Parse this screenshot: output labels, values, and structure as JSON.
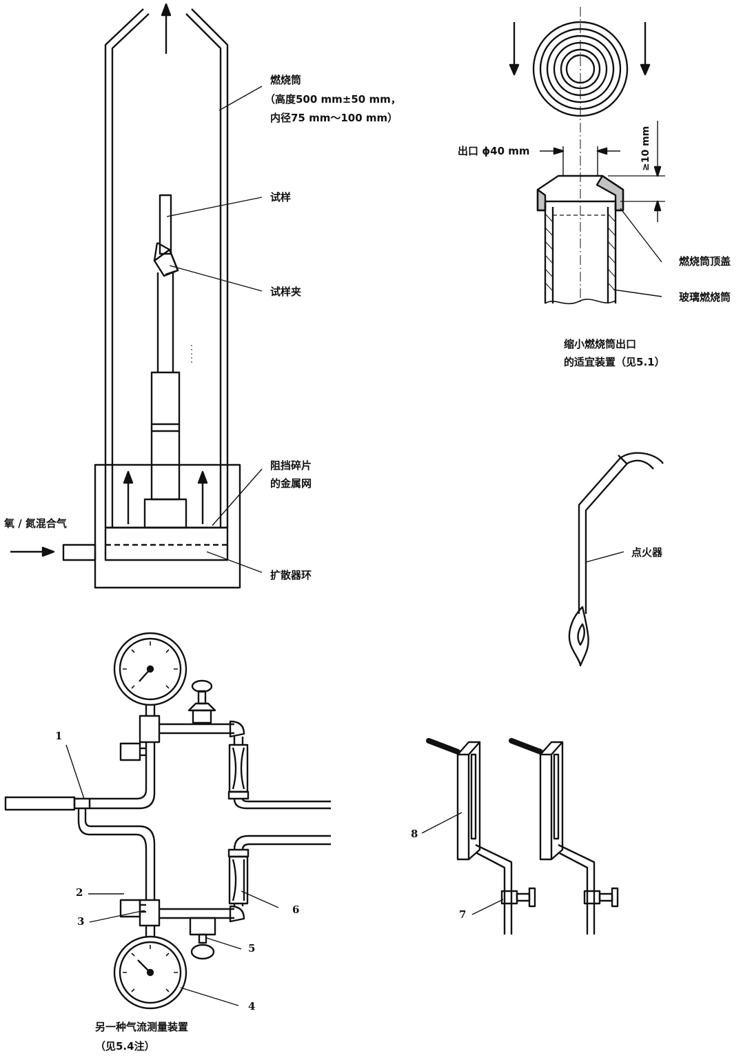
{
  "labels": {
    "chimney_title": "燃烧筒",
    "chimney_height": "（高度500 mm±50 mm，",
    "chimney_diameter": "内径75 mm～100 mm）",
    "specimen": "试样",
    "specimen_holder": "试样夹",
    "mesh_line1": "阻挡碎片",
    "mesh_line2": "的金属网",
    "gas_mixture": "氧 / 氮混合气",
    "diffuser_ring": "扩散器环",
    "outlet": "出口 ϕ40 mm",
    "gap": "≥10 mm",
    "chimney_cap": "燃烧筒顶盖",
    "glass_chimney": "玻璃燃烧筒",
    "igniter": "点火器"
  },
  "captions": {
    "restrictor_line1": "缩小燃烧筒出口",
    "restrictor_line2": "的适宜装置（见5.1）",
    "flow_line1": "另一种气流测量装置",
    "flow_line2": "（见5.4注）"
  },
  "callouts": [
    "1",
    "2",
    "3",
    "4",
    "5",
    "6",
    "7",
    "8"
  ]
}
